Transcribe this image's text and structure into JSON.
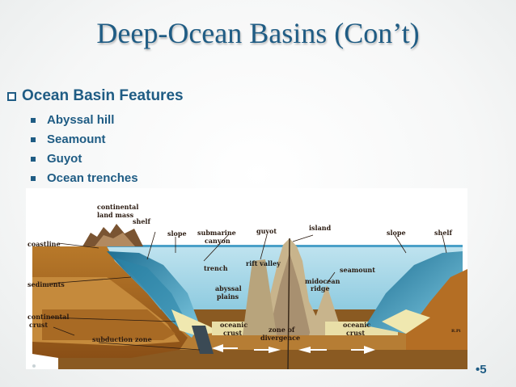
{
  "slide": {
    "title": "Deep-Ocean Basins (Con’t)",
    "heading": "Ocean Basin Features",
    "bullets": [
      "Abyssal hill",
      "Seamount",
      "Guyot",
      "Ocean trenches"
    ],
    "page_number": "•5"
  },
  "diagram": {
    "labels": {
      "continental_land_mass_1": "continental",
      "continental_land_mass_2": "land mass",
      "shelf_left": "shelf",
      "slope_left": "slope",
      "submarine_canyon_1": "submarine",
      "submarine_canyon_2": "canyon",
      "guyot": "guyot",
      "island": "island",
      "slope_right": "slope",
      "shelf_right": "shelf",
      "coastline": "coastline",
      "rift_valley": "rift valley",
      "seamount": "seamount",
      "trench": "trench",
      "midocean_ridge_1": "midocean",
      "midocean_ridge_2": "ridge",
      "sediments": "sediments",
      "abyssal_plains_1": "abyssal",
      "abyssal_plains_2": "plains",
      "continental_crust_1": "continental",
      "continental_crust_2": "crust",
      "oceanic_crust_left_1": "oceanic",
      "oceanic_crust_left_2": "crust",
      "zone_of_divergence_1": "zone of",
      "zone_of_divergence_2": "divergence",
      "oceanic_crust_right_1": "oceanic",
      "oceanic_crust_right_2": "crust",
      "subduction_zone": "subduction zone",
      "credit": "R.Pi"
    }
  }
}
